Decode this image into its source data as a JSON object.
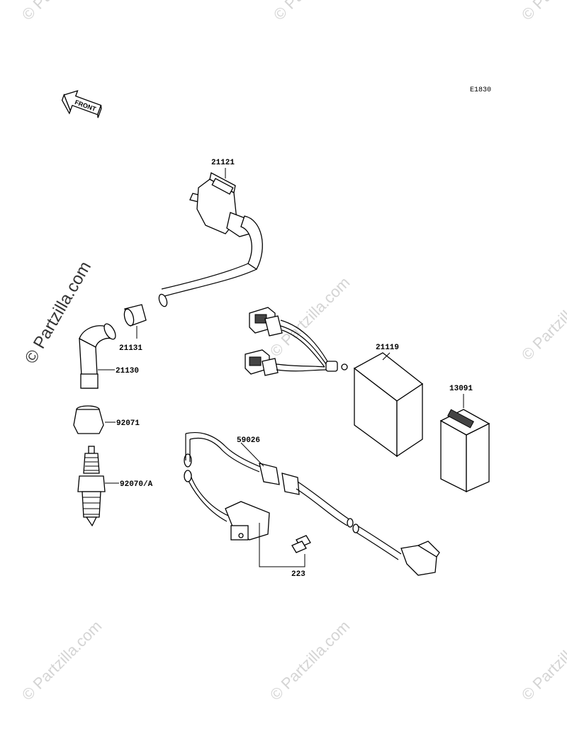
{
  "diagram_code": "E1830",
  "front_arrow_label": "FRONT",
  "watermark_main": "© Partzilla.com",
  "watermark_text": "© Partzilla.com",
  "parts": [
    {
      "id": "21121",
      "label": "21121"
    },
    {
      "id": "21131",
      "label": "21131"
    },
    {
      "id": "21130",
      "label": "21130"
    },
    {
      "id": "92071",
      "label": "92071"
    },
    {
      "id": "92070A",
      "label": "92070/A"
    },
    {
      "id": "21119",
      "label": "21119"
    },
    {
      "id": "13091",
      "label": "13091"
    },
    {
      "id": "59026",
      "label": "59026"
    },
    {
      "id": "223",
      "label": "223"
    }
  ]
}
